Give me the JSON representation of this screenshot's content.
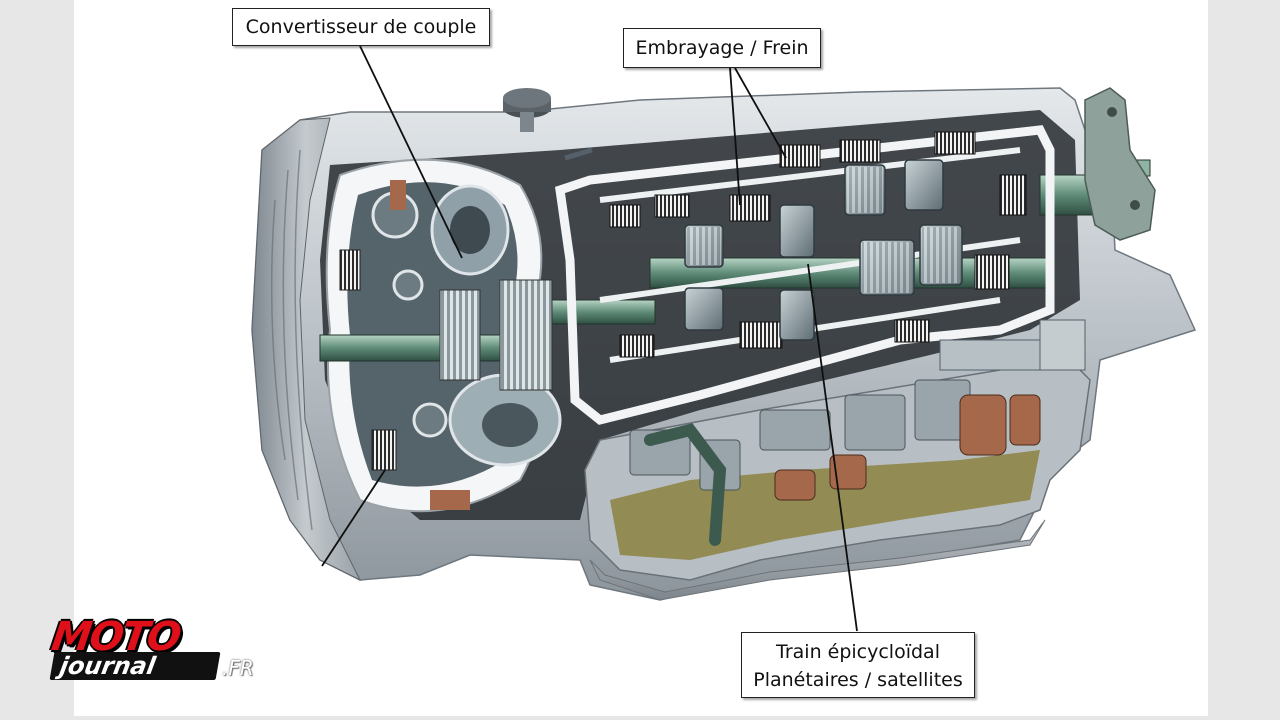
{
  "labels": {
    "torque_converter": "Convertisseur de couple",
    "clutch_brake": "Embrayage / Frein",
    "planetary_line1": "Train épicycloïdal",
    "planetary_line2": "Planétaires / satellites"
  },
  "logo": {
    "moto": "MOTO",
    "journal": "journal",
    "domain": ".FR"
  },
  "colors": {
    "casing": "#c9ced2",
    "steel": "#9aa3aa",
    "green_shaft": "#6f9a86",
    "copper": "#a5684a",
    "oil": "#8b8140",
    "logo_red": "#e0101a"
  }
}
